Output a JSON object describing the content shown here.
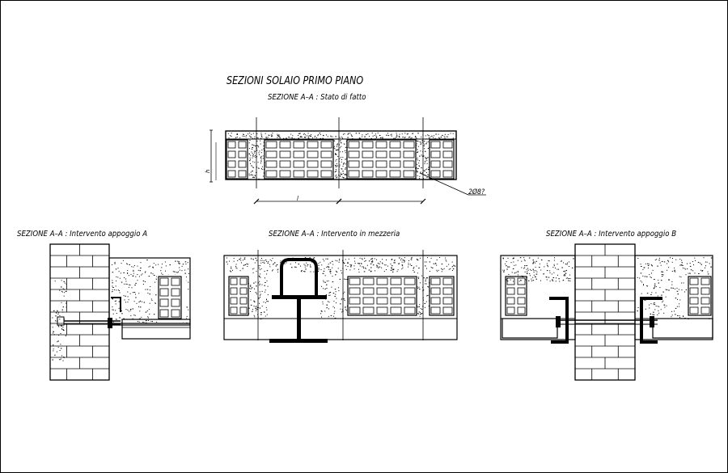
{
  "drawing": {
    "title": "SEZIONI SOLAIO PRIMO PIANO",
    "sections": {
      "existing": "SEZIONE A–A : Stato di fatto",
      "support_a": "SEZIONE A–A : Intervento appoggio A",
      "midspan": "SEZIONE A–A : Intervento in mezzeria",
      "support_b": "SEZIONE A–A : Intervento appoggio B"
    },
    "annotations": {
      "rebar": "2Ø8?",
      "span": "l",
      "height": "h"
    }
  },
  "colors": {
    "line": "#000000",
    "background": "#ffffff"
  }
}
